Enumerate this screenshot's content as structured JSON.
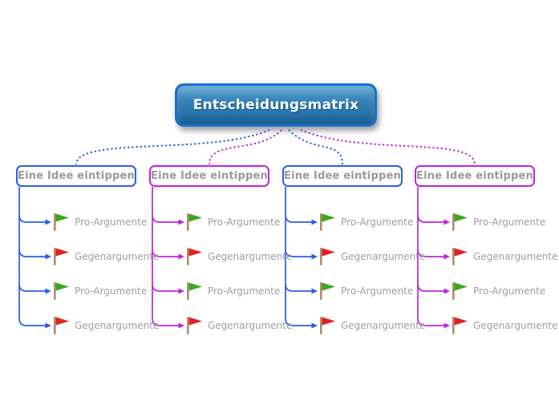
{
  "title": {
    "label": "Entscheidungsmatrix"
  },
  "palette": {
    "blue": "#2b5fe0",
    "magenta": "#bf25d9",
    "node_border": "#1472d0",
    "node_top": "#4a9bcc",
    "node_mid": "#2e7cb2",
    "node_bottom": "#1f6aa0",
    "flag_green": "#3aa81e",
    "flag_red": "#e02222",
    "flag_pole": "#b08d70",
    "label_gray": "#9e9e9e",
    "box_text_gray": "#9a9a9a"
  },
  "icons": {
    "pro_flag": "green-flag",
    "contra_flag": "red-flag"
  },
  "columns": [
    {
      "title": "Eine Idee eintippen",
      "color": "blue",
      "children": [
        {
          "label": "Pro-Argumente",
          "flag": "green"
        },
        {
          "label": "Gegenargumente",
          "flag": "red"
        },
        {
          "label": "Pro-Argumente",
          "flag": "green"
        },
        {
          "label": "Gegenargumente",
          "flag": "red"
        }
      ]
    },
    {
      "title": "Eine Idee eintippen",
      "color": "magenta",
      "children": [
        {
          "label": "Pro-Argumente",
          "flag": "green"
        },
        {
          "label": "Gegenargumente",
          "flag": "red"
        },
        {
          "label": "Pro-Argumente",
          "flag": "green"
        },
        {
          "label": "Gegenargumente",
          "flag": "red"
        }
      ]
    },
    {
      "title": "Eine Idee eintippen",
      "color": "blue",
      "children": [
        {
          "label": "Pro-Argumente",
          "flag": "green"
        },
        {
          "label": "Gegenargumente",
          "flag": "red"
        },
        {
          "label": "Pro-Argumente",
          "flag": "green"
        },
        {
          "label": "Gegenargumente",
          "flag": "red"
        }
      ]
    },
    {
      "title": "Eine Idee eintippen",
      "color": "magenta",
      "children": [
        {
          "label": "Pro-Argumente",
          "flag": "green"
        },
        {
          "label": "Gegenargumente",
          "flag": "red"
        },
        {
          "label": "Pro-Argumente",
          "flag": "green"
        },
        {
          "label": "Gegenargumente",
          "flag": "red"
        }
      ]
    }
  ]
}
